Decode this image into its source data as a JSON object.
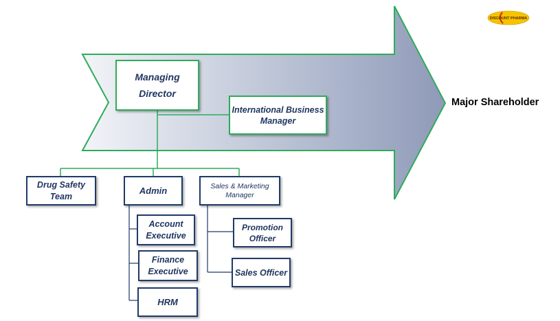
{
  "colors": {
    "arrow_fill_start": "#f2f4f8",
    "arrow_fill_end": "#8e9ab8",
    "arrow_border": "#2eab5a",
    "box_border_green": "#2eab5a",
    "box_border_navy": "#1f3a68",
    "box_text": "#1f3660",
    "connector": "#2eab5a",
    "logo_yellow": "#f5c400",
    "logo_red": "#d0301f"
  },
  "logo": {
    "text": "DISCOUNT PHARMA"
  },
  "external_label": "Major Shareholder",
  "nodes": {
    "managing_director": {
      "line1": "Managing",
      "line2": "Director"
    },
    "international_business_manager": {
      "line1": "International Business",
      "line2": "Manager"
    },
    "drug_safety_team": {
      "line1": "Drug Safety",
      "line2": "Team"
    },
    "admin": {
      "label": "Admin"
    },
    "sales_marketing_manager": {
      "line1": "Sales & Marketing",
      "line2": "Manager"
    },
    "account_executive": {
      "line1": "Account",
      "line2": "Executive"
    },
    "finance_executive": {
      "line1": "Finance",
      "line2": "Executive"
    },
    "hrm": {
      "label": "HRM"
    },
    "promotion_officer": {
      "line1": "Promotion",
      "line2": "Officer"
    },
    "sales_officer": {
      "label": "Sales Officer"
    }
  }
}
